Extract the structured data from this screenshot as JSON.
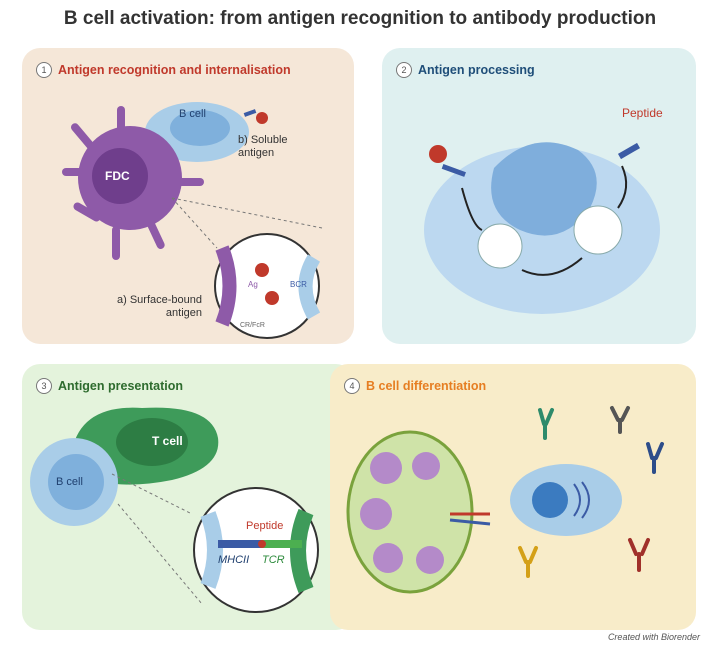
{
  "title": "B cell activation: from antigen recognition to antibody production",
  "panels": {
    "p1": {
      "number": "1",
      "title": "Antigen recognition and internalisation",
      "title_color": "#c0392b",
      "labels": {
        "bcell": "B cell",
        "fdc": "FDC",
        "soluble": "b) Soluble\nantigen",
        "surface": "a) Surface-bound\nantigen",
        "ag": "Ag",
        "bcr": "BCR",
        "cr": "CR/FcR"
      }
    },
    "p2": {
      "number": "2",
      "title": "Antigen processing",
      "title_color": "#1f4e79",
      "labels": {
        "peptide": "Peptide"
      }
    },
    "p3": {
      "number": "3",
      "title": "Antigen presentation",
      "title_color": "#2e6b2e",
      "labels": {
        "tcell": "T cell",
        "bcell": "B cell",
        "peptide": "Peptide",
        "mhcii": "MHCII",
        "tcr": "TCR"
      }
    },
    "p4": {
      "number": "4",
      "title": "B cell differentiation",
      "title_color": "#e67e22"
    }
  },
  "credit": "Created with Biorender"
}
